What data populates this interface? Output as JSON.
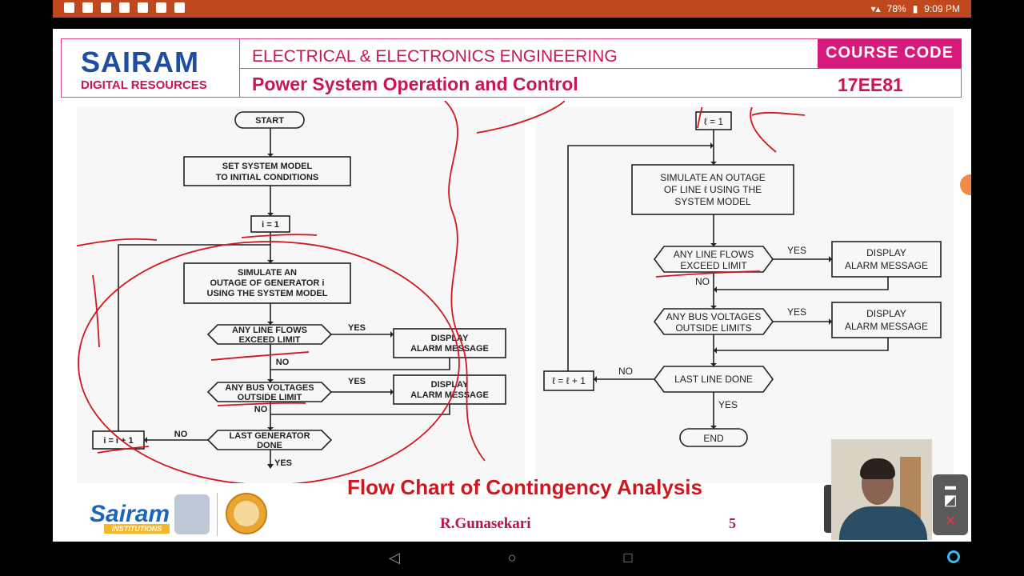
{
  "status_bar": {
    "left_icons": [
      "download-icon",
      "gallery-icon",
      "cloud-icon",
      "video-icon",
      "youtube-icon",
      "app-icon",
      "chart-icon"
    ],
    "battery": "78%",
    "time": "9:09 PM"
  },
  "header": {
    "brand_name": "SAIRAM",
    "brand_sub": "DIGITAL RESOURCES",
    "department": "ELECTRICAL & ELECTRONICS ENGINEERING",
    "subject": "Power System Operation and Control",
    "course_code_label": "COURSE CODE",
    "course_code": "17EE81"
  },
  "flowchart_left": {
    "start": "START",
    "init_1": "SET SYSTEM MODEL",
    "init_2": "TO INITIAL CONDITIONS",
    "set_i": "i = 1",
    "sim_1": "SIMULATE AN",
    "sim_2": "OUTAGE OF GENERATOR i",
    "sim_3": "USING THE SYSTEM MODEL",
    "flows_1": "ANY LINE FLOWS",
    "flows_2": "EXCEED LIMIT",
    "yes": "YES",
    "no": "NO",
    "alarm_1": "DISPLAY",
    "alarm_2": "ALARM MESSAGE",
    "bus_1": "ANY BUS VOLTAGES",
    "bus_2": "OUTSIDE LIMIT",
    "incr": "i = i + 1",
    "last_1": "LAST GENERATOR",
    "last_2": "DONE"
  },
  "flowchart_right": {
    "set_l": "ℓ = 1",
    "sim_1": "SIMULATE AN OUTAGE",
    "sim_2": "OF LINE ℓ USING THE",
    "sim_3": "SYSTEM MODEL",
    "flows_1": "ANY LINE FLOWS",
    "flows_2": "EXCEED LIMIT",
    "yes": "YES",
    "no": "NO",
    "alarm_1": "DISPLAY",
    "alarm_2": "ALARM MESSAGE",
    "bus_1": "ANY BUS VOLTAGES",
    "bus_2": "OUTSIDE LIMITS",
    "incr": "ℓ = ℓ + 1",
    "last": "LAST LINE DONE",
    "end": "END"
  },
  "footer": {
    "caption": "Flow Chart of Contingency Analysis",
    "author": "R.Gunasekari",
    "page": "5",
    "logo_text": "Sairam",
    "logo_sub": "INSTITUTIONS"
  },
  "colors": {
    "status_bar": "#c0481e",
    "brand_blue": "#1f4da0",
    "accent_pink": "#c8174f",
    "code_box": "#d6197c",
    "annotation_red": "#d0171f"
  }
}
